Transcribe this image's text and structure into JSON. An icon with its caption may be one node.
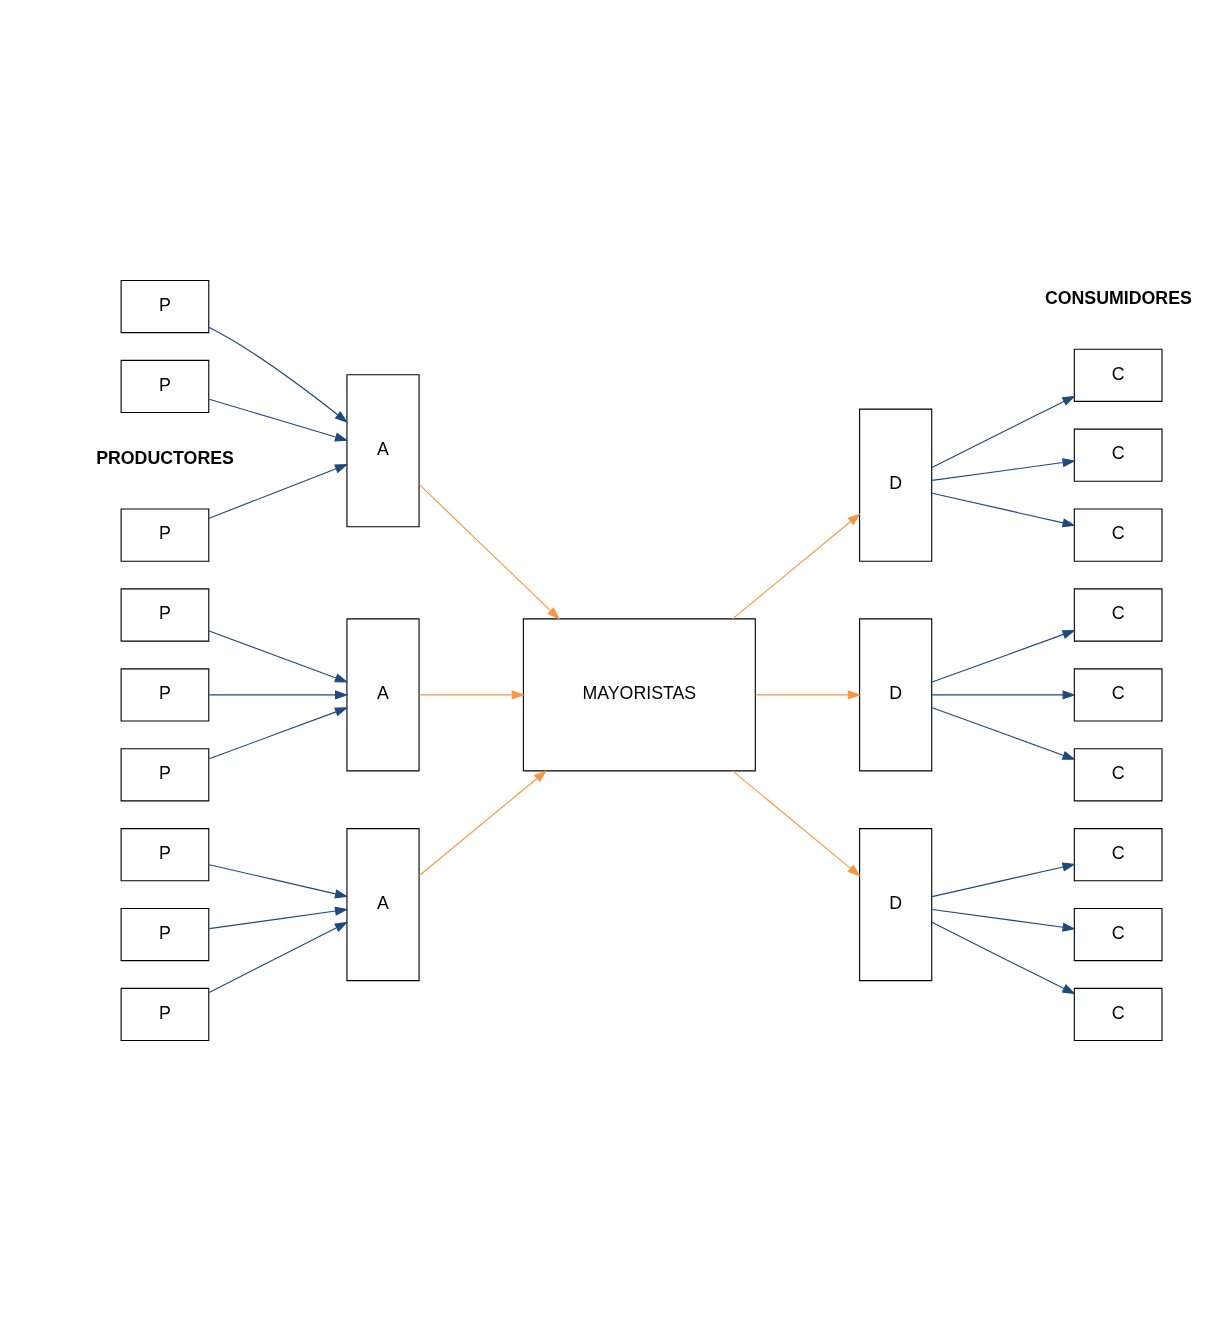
{
  "diagram": {
    "nodes": [
      {
        "text": [
          "P"
        ]
      },
      {
        "text": [
          "P"
        ]
      },
      {
        "text": [
          "P"
        ]
      },
      {
        "text": [
          "P"
        ]
      },
      {
        "text": [
          "P"
        ]
      },
      {
        "text": [
          "P"
        ]
      },
      {
        "text": [
          "P"
        ]
      },
      {
        "text": [
          "P"
        ]
      },
      {
        "text": [
          "P"
        ]
      },
      {
        "text": [
          "A"
        ]
      },
      {
        "text": [
          "A"
        ]
      },
      {
        "text": [
          "A"
        ]
      },
      {
        "text": [
          "MAYORISTAS"
        ]
      },
      {
        "text": [
          "D"
        ]
      },
      {
        "text": [
          "D"
        ]
      },
      {
        "text": [
          "D"
        ]
      },
      {
        "text": [
          "C"
        ]
      },
      {
        "text": [
          "C"
        ]
      },
      {
        "text": [
          "C"
        ]
      },
      {
        "text": [
          "C"
        ]
      },
      {
        "text": [
          "C"
        ]
      },
      {
        "text": [
          "C"
        ]
      },
      {
        "text": [
          "C"
        ]
      },
      {
        "text": [
          "C"
        ]
      },
      {
        "text": [
          "C"
        ]
      }
    ],
    "edges": [
      {
        "from": 0,
        "to": 9,
        "arrow": "to"
      },
      {
        "from": 1,
        "to": 9,
        "arrow": "to"
      },
      {
        "from": 2,
        "to": 9,
        "arrow": "to"
      },
      {
        "from": 3,
        "to": 10,
        "arrow": "to"
      },
      {
        "from": 4,
        "to": 10,
        "arrow": "to"
      },
      {
        "from": 5,
        "to": 10,
        "arrow": "to"
      },
      {
        "from": 6,
        "to": 11,
        "arrow": "to"
      },
      {
        "from": 7,
        "to": 11,
        "arrow": "to"
      },
      {
        "from": 8,
        "to": 11,
        "arrow": "to"
      },
      {
        "from": 9,
        "to": 12,
        "arrow": "to",
        "color": "#f79646"
      },
      {
        "from": 10,
        "to": 12,
        "arrow": "to",
        "color": "#f79646"
      },
      {
        "from": 11,
        "to": 12,
        "arrow": "to",
        "color": "#f79646"
      },
      {
        "from": 12,
        "to": 13,
        "arrow": "to",
        "color": "#f79646"
      },
      {
        "from": 12,
        "to": 14,
        "arrow": "to",
        "color": "#f79646"
      },
      {
        "from": 12,
        "to": 15,
        "arrow": "to",
        "color": "#f79646"
      },
      {
        "from": 13,
        "to": 16,
        "arrow": "to"
      },
      {
        "from": 13,
        "to": 17,
        "arrow": "to"
      },
      {
        "from": 13,
        "to": 18,
        "arrow": "to"
      },
      {
        "from": 14,
        "to": 19,
        "arrow": "to"
      },
      {
        "from": 14,
        "to": 20,
        "arrow": "to"
      },
      {
        "from": 14,
        "to": 21,
        "arrow": "to"
      },
      {
        "from": 15,
        "to": 22,
        "arrow": "to"
      },
      {
        "from": 15,
        "to": 23,
        "arrow": "to"
      },
      {
        "from": 15,
        "to": 24,
        "arrow": "to"
      }
    ],
    "labels": [
      "PRODUCTORES",
      "CONSUMIDORES"
    ]
  }
}
